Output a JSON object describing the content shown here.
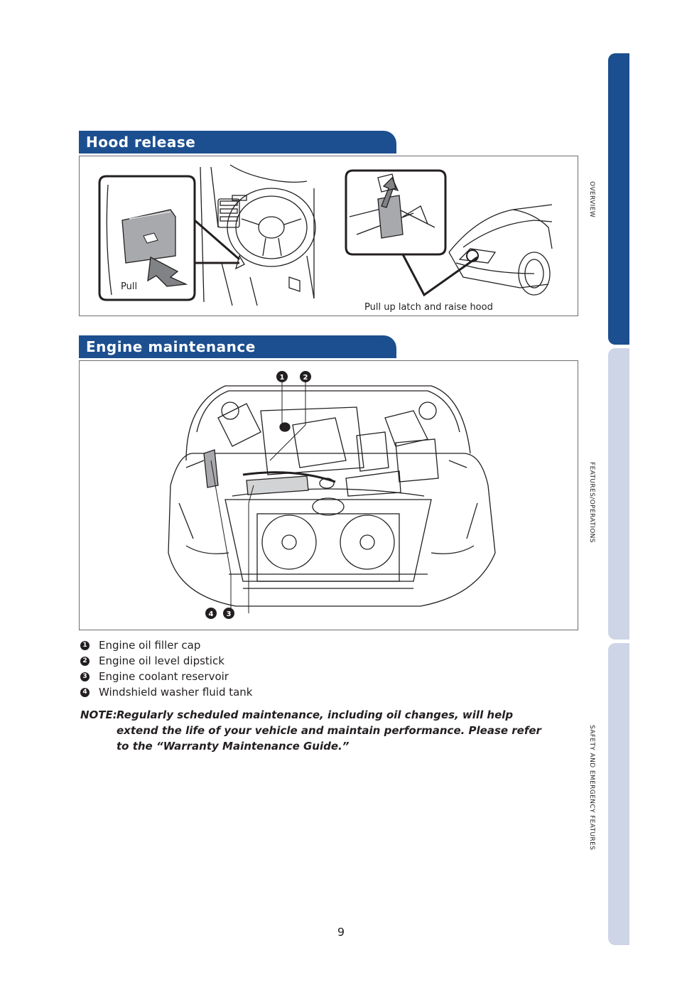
{
  "side_tabs": {
    "overview": "OVERVIEW",
    "features": "FEATURES/OPERATIONS",
    "safety": "SAFETY AND EMERGENCY FEATURES"
  },
  "hood_release": {
    "title": "Hood release",
    "pull_label": "Pull",
    "latch_caption": "Pull up latch and raise hood"
  },
  "engine_maintenance": {
    "title": "Engine maintenance",
    "callouts": [
      {
        "num": "1",
        "text": "Engine oil filler cap"
      },
      {
        "num": "2",
        "text": "Engine oil level dipstick"
      },
      {
        "num": "3",
        "text": "Engine coolant reservoir"
      },
      {
        "num": "4",
        "text": "Windshield washer fluid tank"
      }
    ]
  },
  "note": {
    "label": "NOTE:",
    "line1": "Regularly scheduled maintenance, including oil changes, will help",
    "line2": "extend the life of your vehicle and maintain performance. Please refer",
    "line3": "to the “Warranty Maintenance Guide.”"
  },
  "page_number": "9",
  "colors": {
    "brand_blue": "#1c4f8f",
    "tab_inactive": "#cdd5e6"
  }
}
